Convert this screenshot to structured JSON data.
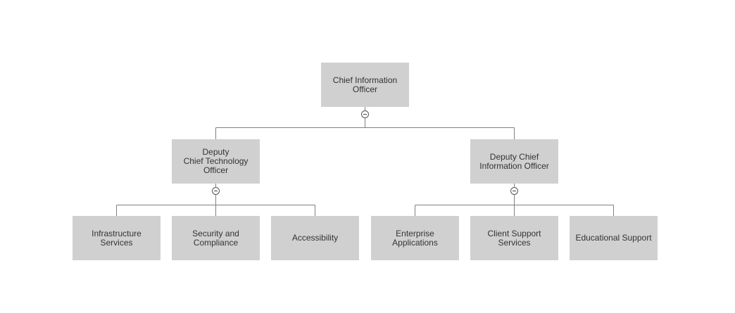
{
  "org_chart": {
    "root": {
      "label": "Chief Information\nOfficer",
      "children": [
        {
          "label": "Deputy\nChief Technology\nOfficer",
          "children": [
            {
              "label": "Infrastructure\nServices"
            },
            {
              "label": "Security and\nCompliance"
            },
            {
              "label": "Accessibility"
            }
          ]
        },
        {
          "label": "Deputy Chief\nInformation Officer",
          "children": [
            {
              "label": "Enterprise\nApplications"
            },
            {
              "label": "Client Support\nServices"
            },
            {
              "label": "Educational Support"
            }
          ]
        }
      ]
    }
  },
  "colors": {
    "node_fill": "#d0d0d0",
    "node_text": "#333333",
    "connector": "#808080"
  },
  "icons": {
    "toggle": "minus-circle-icon"
  }
}
